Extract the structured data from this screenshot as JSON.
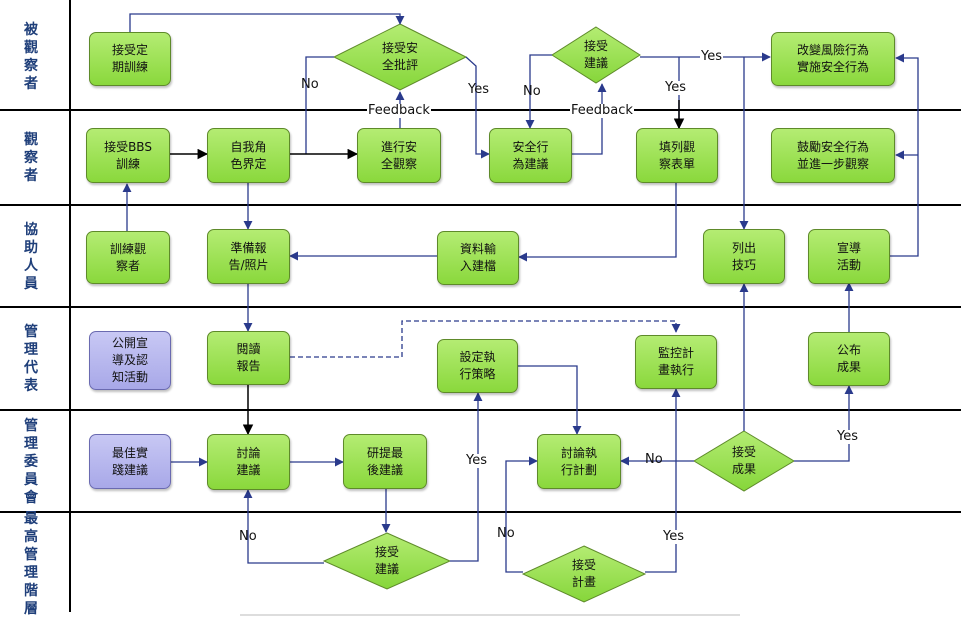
{
  "lanes": [
    {
      "label": "被觀察者"
    },
    {
      "label": "觀察者"
    },
    {
      "label": "協助人員"
    },
    {
      "label": "管理代表"
    },
    {
      "label": "管理委員會"
    },
    {
      "label": "最高管理階層"
    }
  ],
  "nodes": {
    "scheduled_training": "接受定\n期訓練",
    "improve_behavior": "改變風險行為\n實施安全行為",
    "bbs_training": "接受BBS\n訓練",
    "self_role": "自我角\n色界定",
    "safety_observation": "進行安\n全觀察",
    "safe_behavior_suggestion": "安全行\n為建議",
    "fill_form": "填列觀\n察表單",
    "encourage": "鼓勵安全行為\n並進一步觀察",
    "train_observers": "訓練觀\n察者",
    "prepare_report": "準備報\n告/照片",
    "data_entry": "資料輸\n入建檔",
    "list_tips": "列出\n技巧",
    "promotion": "宣導\n活動",
    "public_awareness": "公開宣\n導及認\n知活動",
    "read_report": "閱讀\n報告",
    "set_strategy": "設定執\n行策略",
    "monitor_plan": "監控計\n畫執行",
    "publish_results": "公布\n成果",
    "best_practice": "最佳實\n踐建議",
    "discuss_suggestion": "討論\n建議",
    "final_suggestion": "研提最\n後建議",
    "discuss_plan": "討論執\n行計劃"
  },
  "decisions": {
    "accept_safety_critique": "接受安\n全批評",
    "accept_suggestion_top": "接受\n建議",
    "accept_results": "接受\n成果",
    "accept_suggestion_bottom": "接受\n建議",
    "accept_plan": "接受\n計畫"
  },
  "edge_labels": {
    "no_critique": "No",
    "yes_critique": "Yes",
    "feedback_critique": "Feedback",
    "no_suggestion": "No",
    "feedback_suggestion": "Feedback",
    "yes_suggestion_right": "Yes",
    "yes_suggestion_down": "Yes",
    "yes_top_suggestion": "Yes",
    "no_top_suggestion": "No",
    "no_results": "No",
    "yes_results": "Yes",
    "no_plan": "No",
    "yes_plan": "Yes"
  },
  "colors": {
    "node_fill": "#9ee056",
    "node_border": "#5e8a2a",
    "purple_fill": "#b6b6ee",
    "arrow": "#2a3a8c",
    "lane_text": "#1f3f7a"
  }
}
